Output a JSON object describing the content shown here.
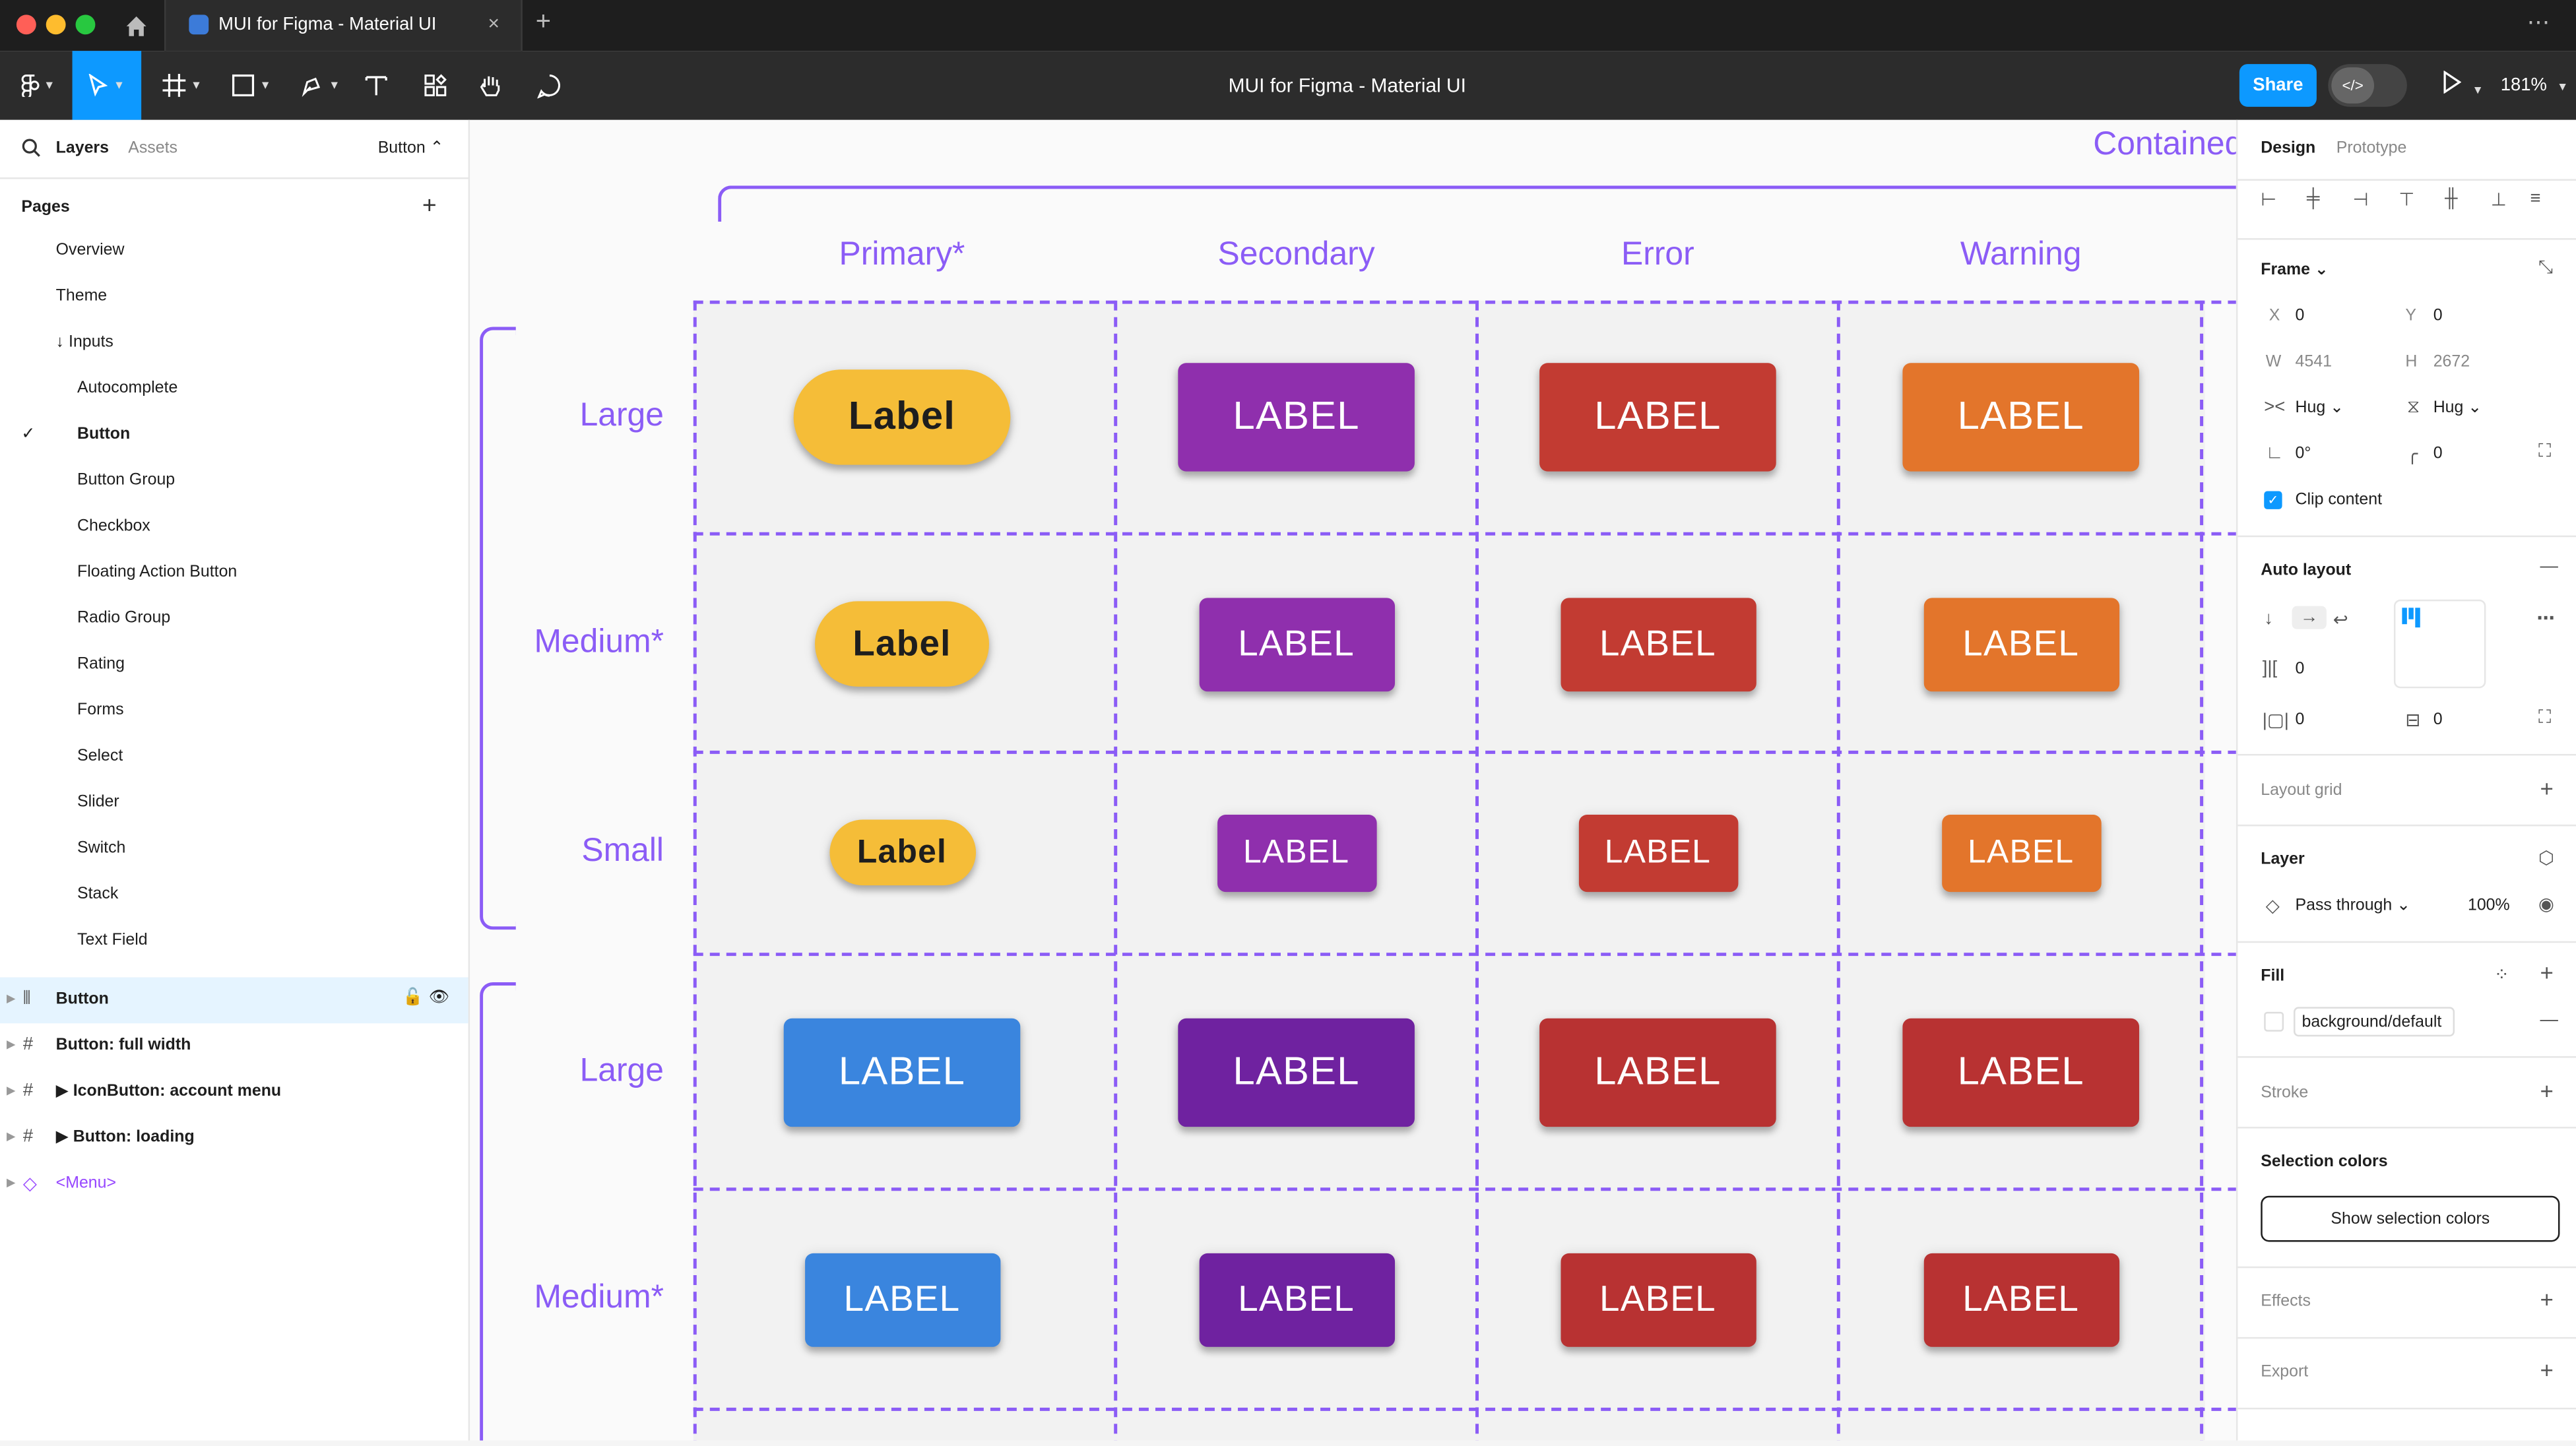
{
  "window": {
    "tab_title": "MUI for Figma - Material UI",
    "close_glyph": "×",
    "new_tab_glyph": "+",
    "menu_glyph": "⋯",
    "traffic_colors": [
      "#ff5f57",
      "#febc2e",
      "#28c840"
    ]
  },
  "toolbar": {
    "doc_title": "MUI for Figma - Material UI",
    "share_label": "Share",
    "zoom": "181%",
    "accent": "#0d99ff"
  },
  "left_panel": {
    "tab_layers": "Layers",
    "tab_assets": "Assets",
    "current_page": "Button ⌃",
    "pages_heading": "Pages",
    "pages": [
      {
        "label": "Overview"
      },
      {
        "label": "Theme"
      },
      {
        "label": "↓ Inputs"
      },
      {
        "label": "Autocomplete"
      },
      {
        "label": "Button",
        "selected": true
      },
      {
        "label": "Button Group"
      },
      {
        "label": "Checkbox"
      },
      {
        "label": "Floating Action Button"
      },
      {
        "label": "Radio Group"
      },
      {
        "label": "Rating"
      },
      {
        "label": "Forms"
      },
      {
        "label": "Select"
      },
      {
        "label": "Slider"
      },
      {
        "label": "Switch"
      },
      {
        "label": "Stack"
      },
      {
        "label": "Text Field"
      }
    ],
    "layers": [
      {
        "label": "Button",
        "icon": "auto-layout-icon",
        "selected": true
      },
      {
        "label": "Button: full width",
        "icon": "frame-icon"
      },
      {
        "label": "▶ IconButton: account menu",
        "icon": "frame-icon"
      },
      {
        "label": "▶ Button: loading",
        "icon": "frame-icon"
      },
      {
        "label": "<Menu>",
        "icon": "component-icon",
        "purple": true
      }
    ]
  },
  "canvas": {
    "group_title": "Contained",
    "columns": [
      "Primary*",
      "Secondary",
      "Error",
      "Warning"
    ],
    "rows": [
      "Large",
      "Medium*",
      "Small",
      "Large",
      "Medium*"
    ],
    "guide_color": "#8b5cf6",
    "buttons": [
      [
        "Label",
        "LABEL",
        "LABEL",
        "LABEL"
      ],
      [
        "Label",
        "LABEL",
        "LABEL",
        "LABEL"
      ],
      [
        "Label",
        "LABEL",
        "LABEL",
        "LABEL"
      ],
      [
        "LABEL",
        "LABEL",
        "LABEL",
        "LABEL"
      ],
      [
        "LABEL",
        "LABEL",
        "LABEL",
        "LABEL"
      ]
    ],
    "button_colors": [
      [
        "#f5bd38",
        "#8f2fad",
        "#c23b32",
        "#e3752b"
      ],
      [
        "#f5bd38",
        "#8f2fad",
        "#c23b32",
        "#e3752b"
      ],
      [
        "#f5bd38",
        "#8f2fad",
        "#c23b32",
        "#e3752b"
      ],
      [
        "#3a85de",
        "#6f22a0",
        "#b83232",
        "#b83232"
      ],
      [
        "#3a85de",
        "#6f22a0",
        "#b83232",
        "#b83232"
      ]
    ]
  },
  "right_panel": {
    "tab_design": "Design",
    "tab_prototype": "Prototype",
    "frame_label": "Frame ⌄",
    "x_label": "X",
    "x_value": "0",
    "y_label": "Y",
    "y_value": "0",
    "w_label": "W",
    "w_value": "4541",
    "h_label": "H",
    "h_value": "2672",
    "hug_w": "Hug ⌄",
    "hug_h": "Hug ⌄",
    "rotation": "0°",
    "radius": "0",
    "clip_content": "Clip content",
    "auto_layout": "Auto layout",
    "gap": "0",
    "padding_h": "0",
    "padding_v": "0",
    "layout_grid": "Layout grid",
    "layer_heading": "Layer",
    "blend_mode": "Pass through ⌄",
    "opacity": "100%",
    "fill_heading": "Fill",
    "fill_style": "background/default",
    "stroke_heading": "Stroke",
    "selection_colors": "Selection colors",
    "show_selection_colors": "Show selection colors",
    "effects": "Effects",
    "export": "Export"
  }
}
